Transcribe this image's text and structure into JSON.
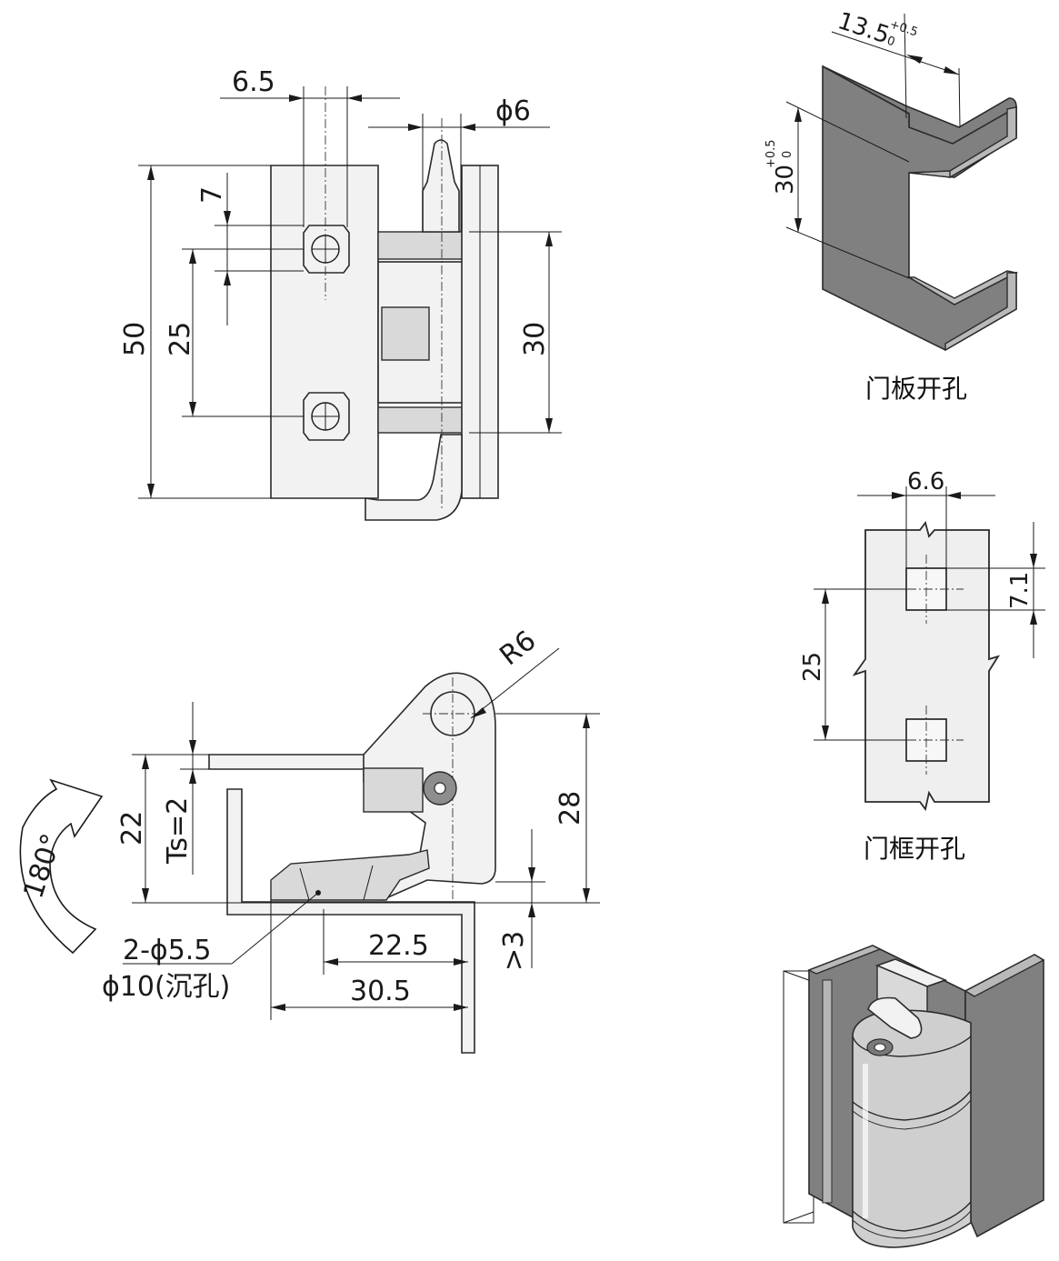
{
  "front_view": {
    "dim_hole_pitch_horizontal": "6.5",
    "dim_pin_diameter": "ϕ6",
    "dim_hole_offset": "7",
    "dim_overall_height": "50",
    "dim_hole_pitch_vertical": "25",
    "dim_knuckle_height": "30"
  },
  "side_view": {
    "dim_radius": "R6",
    "dim_height": "28",
    "dim_offset": "22",
    "dim_thickness": "Ts=2",
    "dim_gap": ">3",
    "dim_hole_to_edge": "22.5",
    "dim_width": "30.5",
    "note_holes_line1": "2-ϕ5.5",
    "note_holes_line2": "ϕ10(沉孔)",
    "rotation_label": "180°"
  },
  "door_panel_cutout": {
    "dim_width": "13.5",
    "dim_width_tol_upper": "+0.5",
    "dim_width_tol_lower": "0",
    "dim_height": "30",
    "dim_height_tol_upper": "+0.5",
    "dim_height_tol_lower": "0",
    "caption": "门板开孔"
  },
  "door_frame_cutout": {
    "dim_hole_width": "6.6",
    "dim_hole_height": "7.1",
    "dim_hole_pitch": "25",
    "caption": "门框开孔"
  },
  "colors": {
    "line": "#1a1a1a",
    "part_light": "#f2f2f2",
    "part_mid": "#d9d9d9",
    "plate_gray": "#808080",
    "background": "#ffffff"
  },
  "icons": [
    "rotation-arrow-icon",
    "screw-slot-icon"
  ]
}
